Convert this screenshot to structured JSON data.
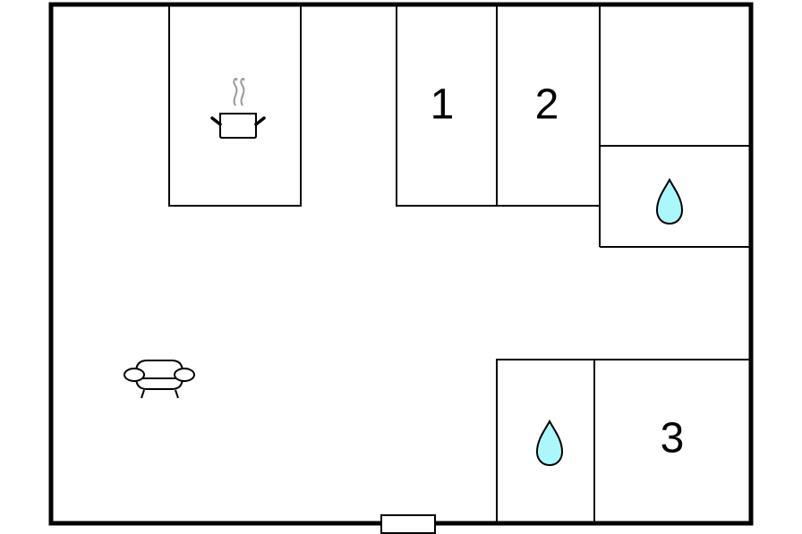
{
  "diagram": {
    "type": "floor-plan",
    "colors": {
      "wall": "#000000",
      "background": "#ffffff",
      "water_fill": "#aaf8fc",
      "steam": "#999999"
    },
    "rooms": [
      {
        "id": "kitchen",
        "label": "",
        "icon": "cooking-pot-icon"
      },
      {
        "id": "bedroom-1",
        "label": "1",
        "icon": ""
      },
      {
        "id": "bedroom-2",
        "label": "2",
        "icon": ""
      },
      {
        "id": "storage",
        "label": "",
        "icon": ""
      },
      {
        "id": "bathroom-upper",
        "label": "",
        "icon": "water-drop-icon"
      },
      {
        "id": "bathroom-lower",
        "label": "",
        "icon": "water-drop-icon"
      },
      {
        "id": "bedroom-3",
        "label": "3",
        "icon": ""
      },
      {
        "id": "living-area",
        "label": "",
        "icon": "sofa-icon"
      }
    ],
    "entrance": {
      "id": "entrance-door",
      "position": "bottom"
    }
  }
}
